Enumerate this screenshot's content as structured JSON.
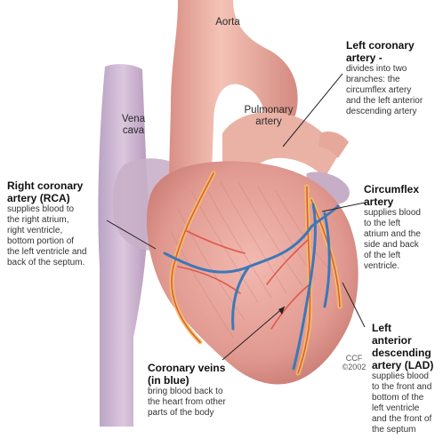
{
  "labels": {
    "aorta": "Aorta",
    "vena_cava": [
      "Vena",
      "cava"
    ],
    "pulmonary_artery": [
      "Pulmonary",
      "artery"
    ],
    "left_coronary": {
      "title": [
        "Left coronary",
        "artery -"
      ],
      "desc": [
        "divides into two",
        "branches: the",
        "circumflex artery",
        "and the left anterior",
        "descending artery"
      ]
    },
    "rca": {
      "title": [
        "Right coronary",
        "artery (RCA)"
      ],
      "desc": [
        "supplies blood to",
        "the right atrium,",
        "right ventricle,",
        "bottom portion of",
        "the left ventricle and",
        "back of the septum."
      ]
    },
    "circumflex": {
      "title": [
        "Circumflex",
        "artery"
      ],
      "desc": [
        "supplies blood",
        "to the left",
        "atrium and the",
        "side and back",
        "of the left",
        "ventricle."
      ]
    },
    "veins": {
      "title": [
        "Coronary veins",
        "(in blue)"
      ],
      "desc": [
        "bring blood back to",
        "the heart from other",
        "parts of the body"
      ]
    },
    "lad": {
      "title": [
        "Left",
        "anterior",
        "descending",
        "artery (LAD)"
      ],
      "desc": [
        "supplies blood",
        "to the front and",
        "bottom of the",
        "left ventricle",
        "and the front of",
        "the septum"
      ]
    },
    "credit": [
      "CCF",
      "©2002"
    ]
  },
  "colors": {
    "heart": "#e9a9a2",
    "vessel": "#e8b3a4",
    "vein": "#3c78b8",
    "artery": "#f2c45a",
    "fat": "#f3dc7a",
    "leader": "#222222"
  }
}
